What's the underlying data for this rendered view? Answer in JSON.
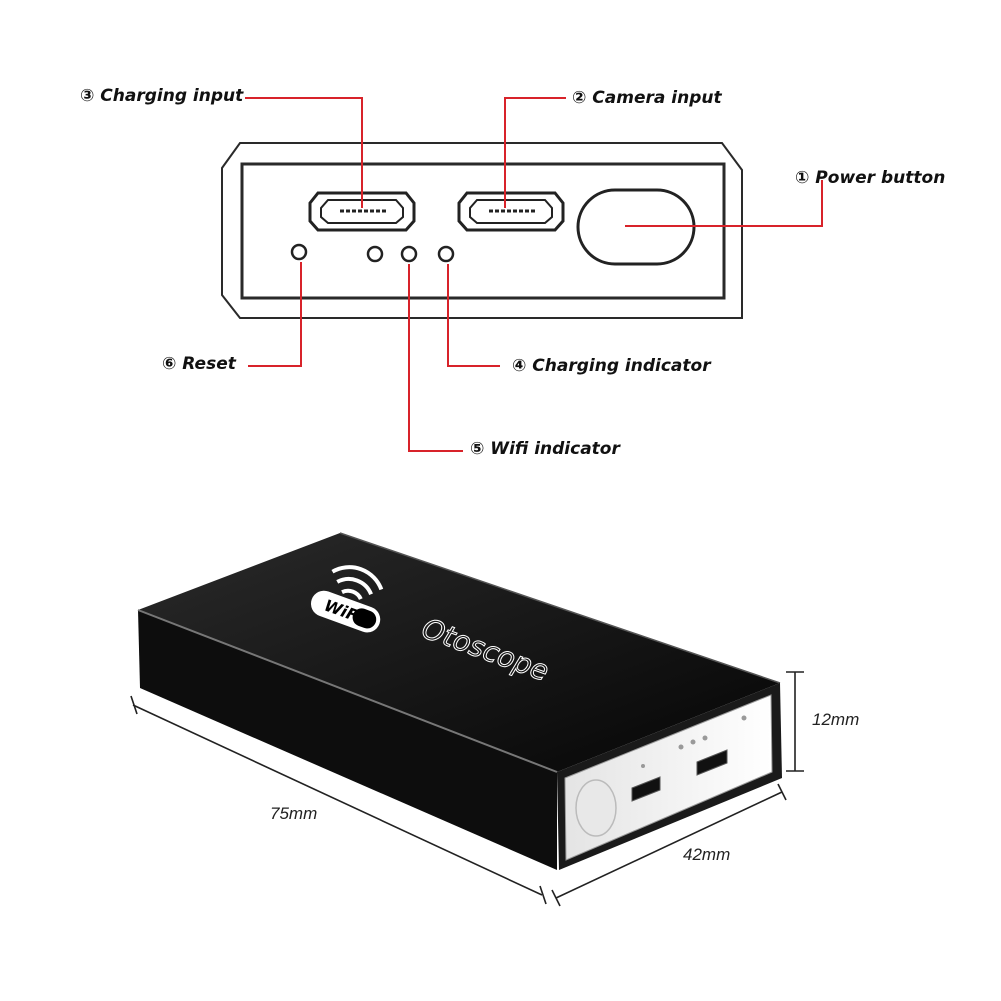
{
  "callouts": {
    "power_button": "① Power button",
    "camera_input": "② Camera input",
    "charging_input": "③ Charging input",
    "charging_indicator": "④ Charging indicator",
    "wifi_indicator": "⑤ Wifi indicator",
    "reset": "⑥ Reset"
  },
  "device": {
    "logo_text": "WiFi",
    "brand_text": "Otoscope"
  },
  "dimensions": {
    "length": "75mm",
    "width": "42mm",
    "height": "12mm"
  },
  "colors": {
    "leader_line": "#d8232a",
    "outline": "#222222",
    "device_body": "#111111",
    "end_cap": "#f2f2f2"
  }
}
